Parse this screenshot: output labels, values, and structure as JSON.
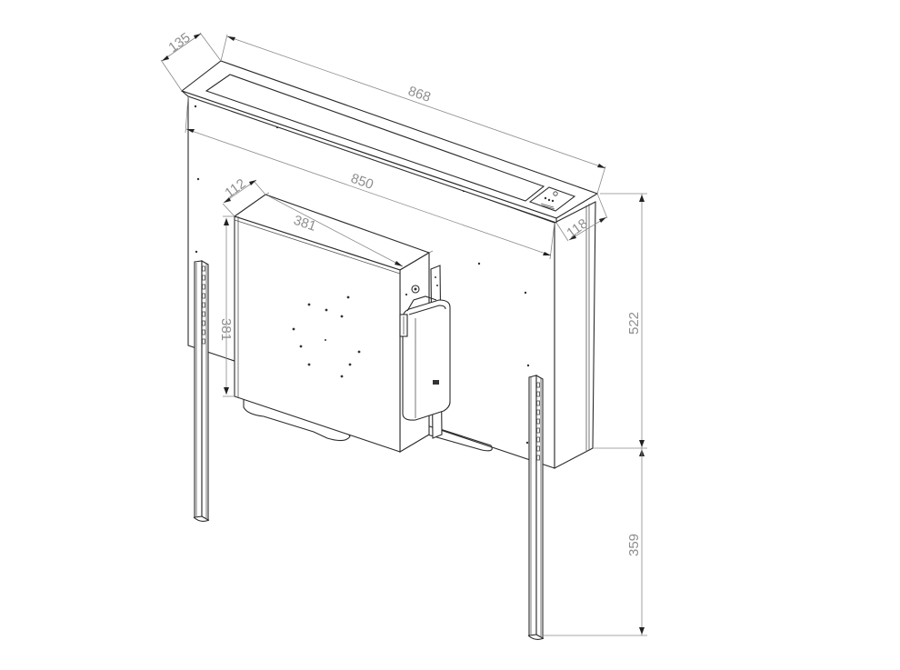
{
  "drawing": {
    "type": "isometric technical drawing",
    "subject": "pop-up / lift cabinet unit with mounting rails and motor box",
    "line_color": "#2a2a2a",
    "dimension_color": "#8e8e8e"
  },
  "dimensions": {
    "top_depth": "135",
    "top_length": "868",
    "body_length": "850",
    "box_depth": "112",
    "box_width": "381",
    "box_height": "381",
    "side_depth": "118",
    "body_height": "522",
    "rail_extension": "359"
  },
  "components": {
    "top_panel": "lid with recessed slot and control panel",
    "control_panel": "power button and indicator keypad",
    "main_body": "rear cabinet panel",
    "motor_box": "square housing 381 x 381",
    "controller_box": "side-mounted control unit",
    "left_rail": "slotted vertical mounting rail",
    "right_rail": "slotted vertical mounting rail"
  }
}
